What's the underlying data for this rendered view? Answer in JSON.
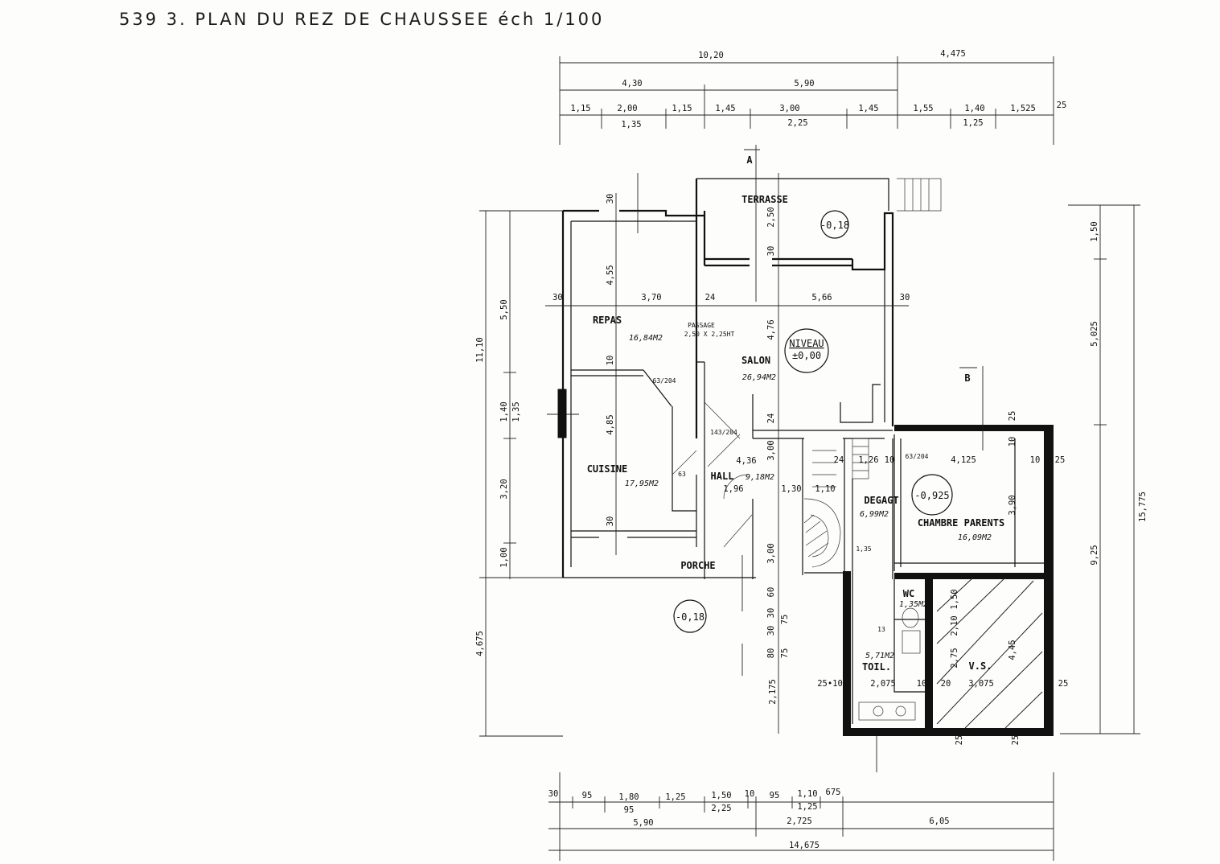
{
  "title": "539 3. PLAN DU REZ DE CHAUSSEE éch 1/100",
  "rooms": {
    "terrasse": "TERRASSE",
    "repas": "REPAS",
    "repas_area": "16,84M2",
    "passage": "PASSAGE",
    "passage_dim": "2,50 X 2,25HT",
    "salon": "SALON",
    "salon_area": "26,94M2",
    "cuisine": "CUISINE",
    "cuisine_area": "17,95M2",
    "hall": "HALL",
    "hall_area": "9,18M2",
    "degagt": "DEGAGT",
    "degagt_area": "6,99M2",
    "chambre": "CHAMBRE PARENTS",
    "chambre_area": "16,09M2",
    "porche": "PORCHE",
    "wc": "WC",
    "wc_area": "1,35M2",
    "toil": "TOIL.",
    "toil_area": "5,71M2",
    "vs": "V.S."
  },
  "levels": {
    "terrasse": "-0,18",
    "niveau_label": "NIVEAU",
    "niveau_value": "±0,00",
    "chambre": "-0,925",
    "porche": "-0,18"
  },
  "section_marks": {
    "a": "A",
    "b": "B"
  },
  "dims_top": {
    "total": "10,20",
    "right": "4,475",
    "l2a": "4,30",
    "l2b": "5,90",
    "r3": [
      "1,15",
      "2,00",
      "1,15",
      "1,45",
      "3,00",
      "1,45",
      "1,55",
      "1,40",
      "1,525",
      "25"
    ],
    "r4": [
      "1,35",
      "2,25",
      "1,25"
    ]
  },
  "dims_bottom": {
    "r1": [
      "30",
      "95",
      "1,80",
      "1,25",
      "1,50",
      "10",
      "95",
      "1,10",
      "675"
    ],
    "r2": [
      "95",
      "2,25",
      "1,25"
    ],
    "r3": [
      "5,90",
      "2,725",
      "6,05"
    ],
    "total": "14,675"
  },
  "dims_left": {
    "total": "11,10",
    "segs": [
      "5,50",
      "1,40",
      "1,35",
      "3,20",
      "1,00"
    ],
    "lower": "4,675"
  },
  "dims_right": {
    "segs": [
      "1,50",
      "5,025",
      "9,25"
    ],
    "total": "15,775"
  },
  "dims_inner": {
    "d30a": "30",
    "d370": "3,70",
    "d24": "24",
    "d566": "5,66",
    "d30b": "30",
    "v30top": "30",
    "v455": "4,55",
    "v10": "10",
    "v485": "4,85",
    "v30bot": "30",
    "v250": "2,50",
    "v30s": "30",
    "v476": "4,76",
    "v24": "24",
    "v300": "3,00",
    "d436": "4,36",
    "d196": "1,96",
    "d130": "1,30",
    "d110": "1,10",
    "d24b": "24",
    "d126": "1,26",
    "d10a": "10",
    "d4125": "4,125",
    "d10b": "10",
    "d25a": "25",
    "d25b": "25",
    "d10c": "10",
    "v390": "3,90",
    "v300b": "3,00",
    "v60": "60",
    "v30a": "30",
    "v30b": "30",
    "v75a": "75",
    "v80": "80",
    "v75b": "75",
    "v2175": "2,175",
    "d2510": "25•10",
    "d2075": "2,075",
    "d10d": "10",
    "d20": "20",
    "d3075": "3,075",
    "d25c": "25",
    "v150": "1,50",
    "v210": "2,10",
    "v275": "2,75",
    "v445": "4,45",
    "v25a": "25",
    "v25b": "25",
    "v13": "13",
    "v135": "1,35",
    "n63a": "63/204",
    "n143": "143/204",
    "n63b": "63",
    "n63c": "63/204"
  }
}
